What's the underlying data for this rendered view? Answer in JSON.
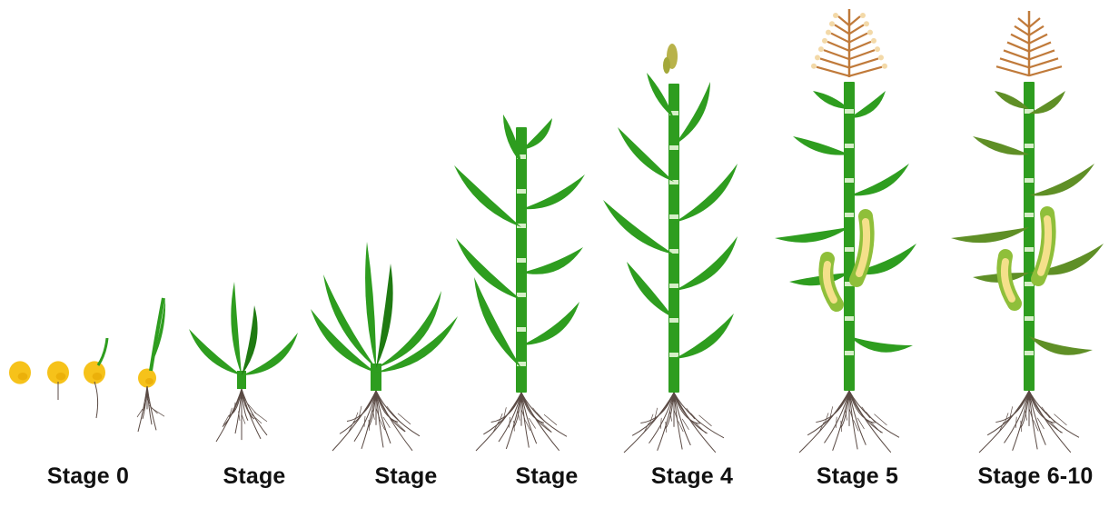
{
  "colors": {
    "leaf": "#2e9d1f",
    "leaf_dark": "#1f7a12",
    "leaf_late": "#5f8f26",
    "stem_stripe": "#d6efc8",
    "seed": "#f6c21a",
    "seed_shadow": "#e5a400",
    "root": "#5a4a44",
    "tassel": "#c07a3a",
    "tassel_pollen": "#f3d9a8",
    "ear_husk": "#8fbf3a",
    "ear_kernel": "#f4e08a",
    "label": "#111111"
  },
  "stages": [
    {
      "label": "Stage 0",
      "icon": "seed-germination-icon"
    },
    {
      "label": "Stage",
      "icon": "seedling-icon"
    },
    {
      "label": "Stage",
      "icon": "young-plant-icon"
    },
    {
      "label": "Stage",
      "icon": "vegetative-plant-icon"
    },
    {
      "label": "Stage 4",
      "icon": "booting-plant-icon"
    },
    {
      "label": "Stage 5",
      "icon": "flowering-plant-icon"
    },
    {
      "label": "Stage 6-10",
      "icon": "mature-plant-icon"
    }
  ]
}
